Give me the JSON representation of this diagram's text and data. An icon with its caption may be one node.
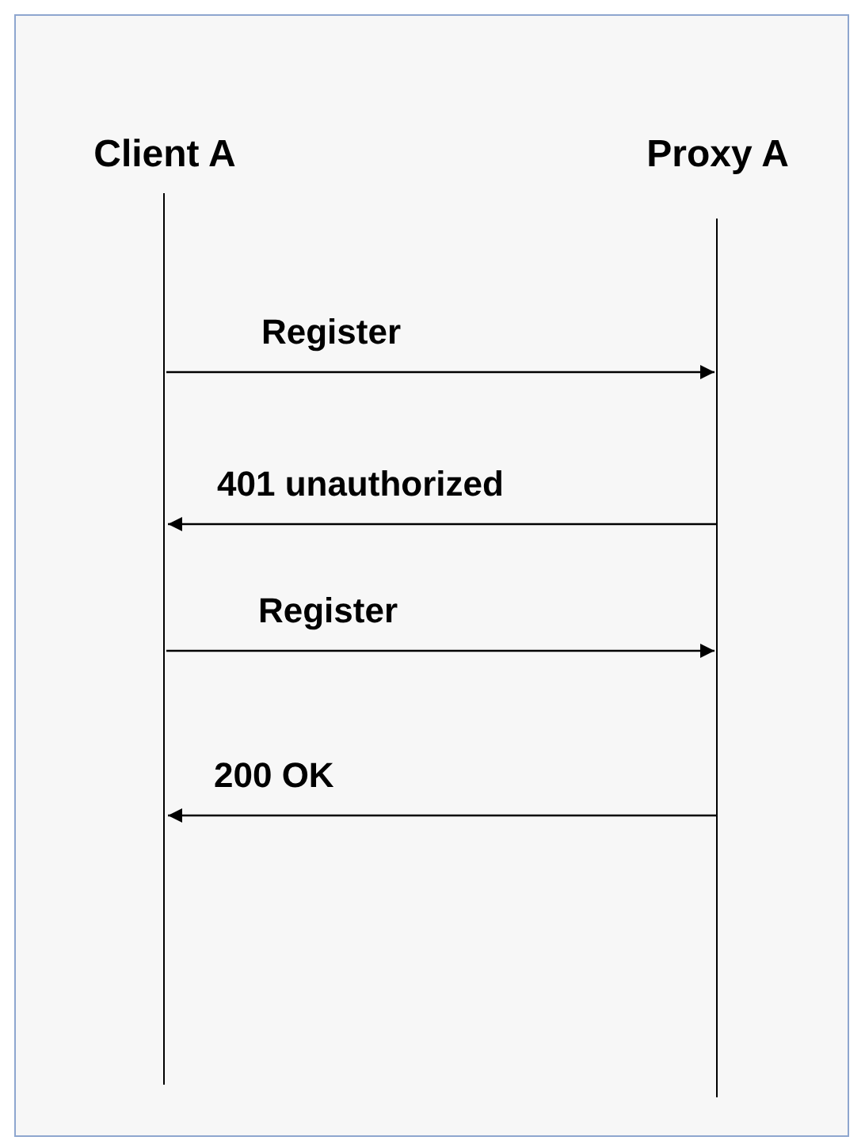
{
  "diagram": {
    "nodes": [
      {
        "text": [
          "Client A"
        ]
      },
      {
        "text": [
          "Proxy A"
        ]
      }
    ],
    "edges": [
      {
        "from": 0,
        "to": 1,
        "arrow": "to",
        "label": "Register"
      },
      {
        "from": 1,
        "to": 0,
        "arrow": "to",
        "label": "401 unauthorized"
      },
      {
        "from": 0,
        "to": 1,
        "arrow": "to",
        "label": "Register"
      },
      {
        "from": 1,
        "to": 0,
        "arrow": "to",
        "label": "200 OK"
      }
    ]
  }
}
